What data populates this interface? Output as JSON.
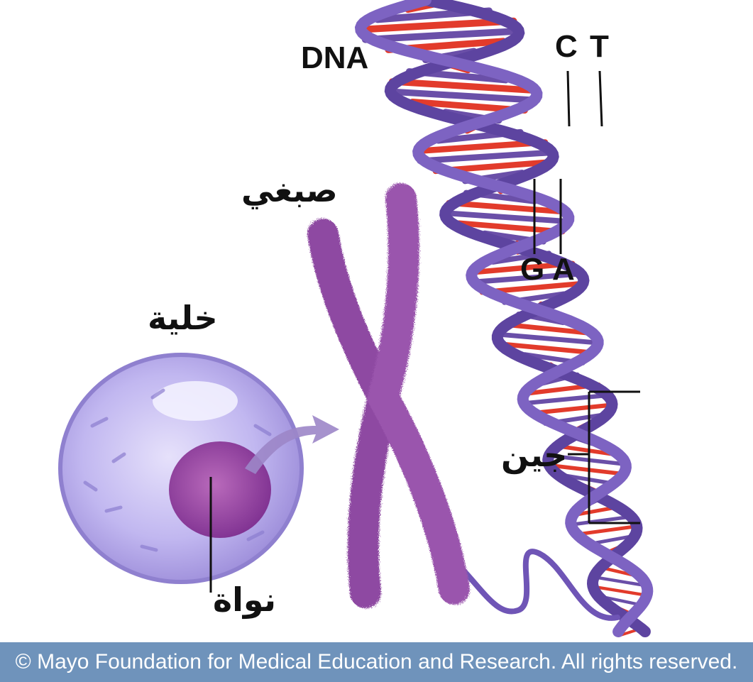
{
  "labels": {
    "dna": "DNA",
    "base_c": "C",
    "base_t": "T",
    "base_g": "G",
    "base_a": "A",
    "chromosome": "صبغي",
    "cell": "خلية",
    "gene": "جين",
    "nucleus": "نواة"
  },
  "footer": {
    "copyright": "© Mayo Foundation for Medical Education and Research. All rights reserved."
  },
  "colors": {
    "helix_backbone": "#6a4fa8",
    "cell_membrane": "#a79be0",
    "nucleus": "#9a3aa0",
    "chromosome": "#8e4aa2",
    "footer_bg": "#6f93bb"
  },
  "icons": [
    "dna-helix-icon",
    "cell-icon",
    "nucleus-icon",
    "chromosome-icon",
    "arrow-icon"
  ]
}
